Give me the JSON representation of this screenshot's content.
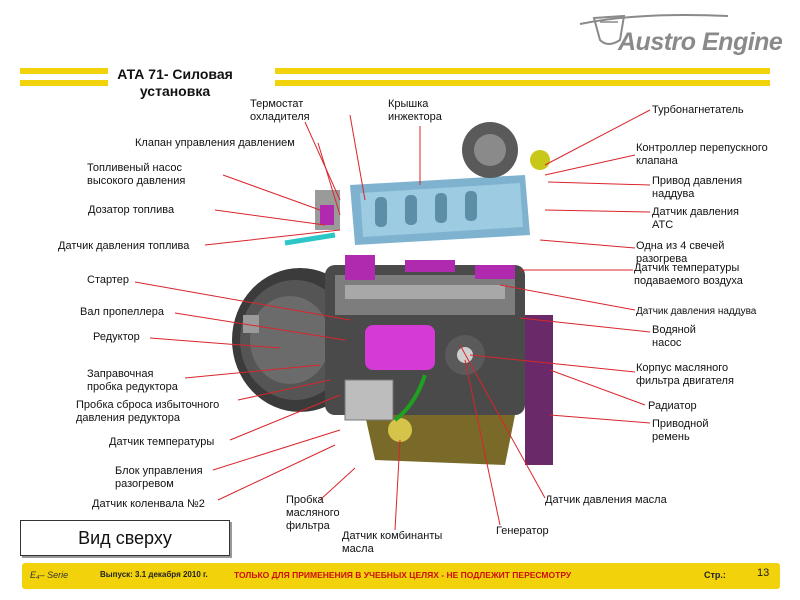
{
  "header": {
    "title_line1": "АТА 71- Силовая",
    "title_line2": "установка",
    "logo_text": "Austro Engine"
  },
  "labels": {
    "termostat": "Термостат\nохладителя",
    "kryshka": "Крышка\nинжектора",
    "turbo": "Турбонагнетатель",
    "klapan": "Клапан управления давлением",
    "kontroller": "Контроллер перепускного\nклапана",
    "nasos": "Топливеный насос\nвысокого давления",
    "privod": "Привод давления\nнаддува",
    "dozator": "Дозатор топлива",
    "datchik_ats": "Датчик давления\nАТС",
    "datchik_topliva": "Датчик давления топлива",
    "svecha": "Одна из 4 свечей\nразогрева",
    "starter": "Стартер",
    "temp_vozduha": "Датчик температуры\nподаваемого воздуха",
    "datchik_nadduva": "Датчик давления  наддува",
    "val": "Вал пропеллера",
    "vodyanoy": "Водяной\nнасос",
    "reduktor": "Редуктор",
    "korpus": "Корпус масляного\nфильтра двигателя",
    "zapravochnaya": "Заправочная\nпробка редуктора",
    "radiator": "Радиатор",
    "probka_sbrosa": "Пробка сброса избыточного\nдавления редуктора",
    "privodnoy": "Приводной\nремень",
    "datchik_temp": "Датчик температуры",
    "blok": "Блок управления\nразогревом",
    "kolenval": "Датчик коленвала №2",
    "datchik_masla": "Датчик давления масла",
    "probka_filtra": "Пробка\nмасляного\nфильтра",
    "generator": "Генератор",
    "kombinanty": "Датчик комбинанты\nмасла"
  },
  "view_label": "Вид сверху",
  "footer": {
    "series": "E₄– Serie",
    "issue": "Выпуск: 3.1 декабря 2010 г.",
    "notice": "ТОЛЬКО ДЛЯ ПРИМЕНЕНИЯ  В УЧЕБНЫХ  ЦЕЛЯХ  - НЕ ПОДЛЕЖИТ  ПЕРЕСМОТРУ",
    "page_label": "Стр.:",
    "page_number": "13"
  },
  "colors": {
    "accent_yellow": "#f2d20a",
    "leader_red": "#d9252b",
    "notice_red": "#cc1010"
  }
}
